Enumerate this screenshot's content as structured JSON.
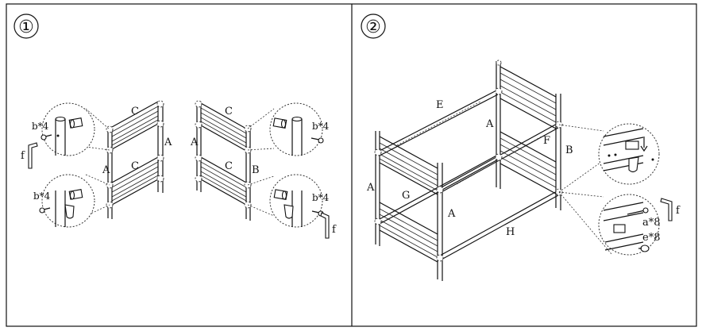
{
  "panels": [
    {
      "step": "①",
      "labels": {
        "c_top_left": "C",
        "a_left_right": "A",
        "c_bot_left": "C",
        "a_left_left": "A",
        "c_top_right": "C",
        "a_right_left": "A",
        "c_bot_right": "C",
        "b_right": "B",
        "b4_tl": "b*4",
        "b4_bl": "b*4",
        "b4_tr": "b*4",
        "b4_br": "b*4",
        "f_left": "f",
        "f_right": "f"
      }
    },
    {
      "step": "②",
      "labels": {
        "e": "E",
        "a_top": "A",
        "f": "F",
        "b": "B",
        "a_left": "A",
        "g": "G",
        "a_front": "A",
        "h": "H",
        "a8": "a*8",
        "e8": "e*8",
        "f_tool": "f"
      }
    }
  ],
  "colors": {
    "line": "#111111",
    "background": "#ffffff"
  }
}
